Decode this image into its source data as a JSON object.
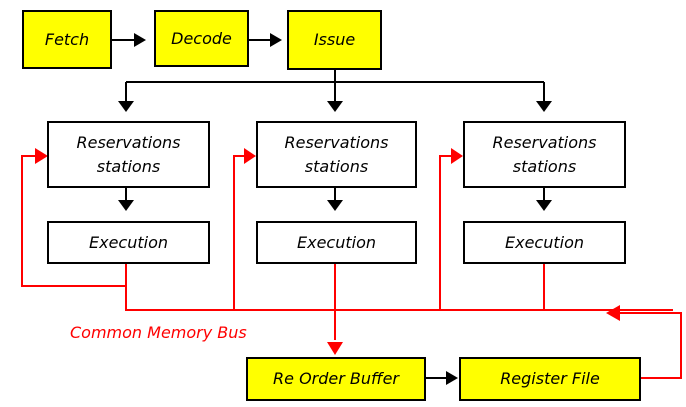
{
  "pipeline": {
    "fetch": "Fetch",
    "decode": "Decode",
    "issue": "Issue"
  },
  "units": [
    {
      "reservation_line1": "Reservations",
      "reservation_line2": "stations",
      "execution": "Execution"
    },
    {
      "reservation_line1": "Reservations",
      "reservation_line2": "stations",
      "execution": "Execution"
    },
    {
      "reservation_line1": "Reservations",
      "reservation_line2": "stations",
      "execution": "Execution"
    }
  ],
  "bus_label": "Common Memory Bus",
  "commit": {
    "reorder_buffer": "Re Order Buffer",
    "register_file": "Register File"
  },
  "colors": {
    "box_fill_highlight": "#ffff00",
    "box_fill_plain": "#ffffff",
    "bus_line": "#ff0000",
    "flow_arrow": "#000000"
  }
}
